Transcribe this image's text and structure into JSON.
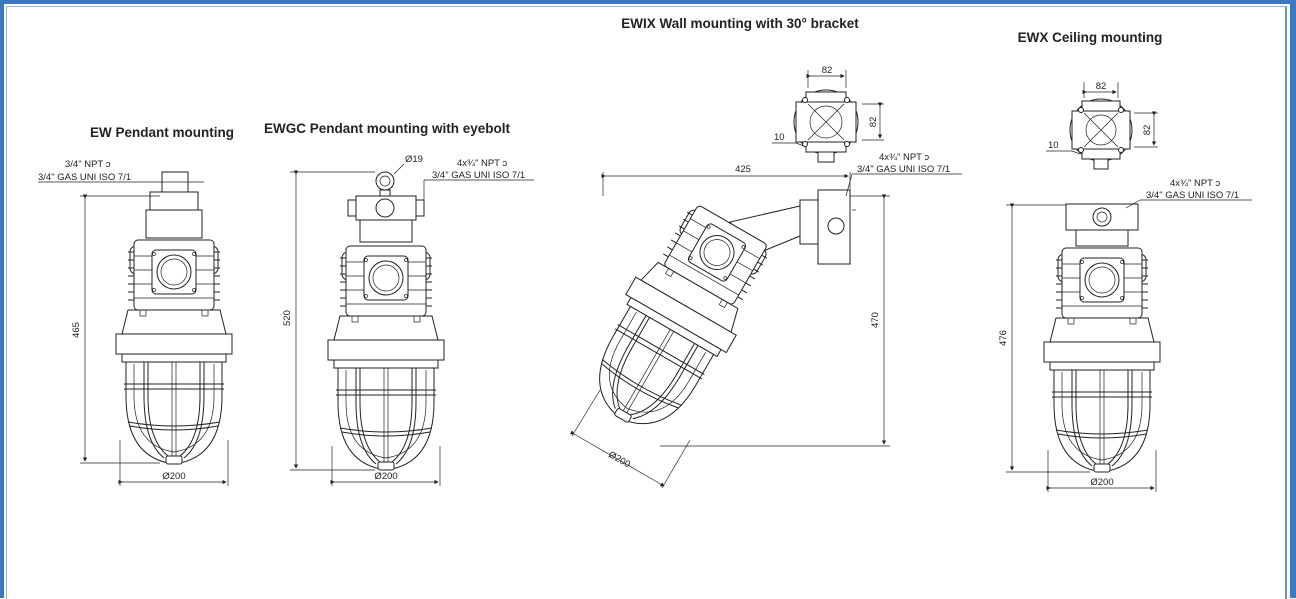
{
  "diagrams": {
    "ew": {
      "title": "EW Pendant mounting",
      "thread_npt": "3/4\" NPT ɔ",
      "thread_gas": "3/4\" GAS UNI ISO 7/1",
      "height": "465",
      "diameter": "Ø200"
    },
    "ewgc": {
      "title": "EWGC Pendant mounting with eyebolt",
      "eyebolt": "Ø19",
      "thread_npt": "4x¾\" NPT ɔ",
      "thread_gas": "3/4\" GAS UNI ISO 7/1",
      "height": "520",
      "diameter": "Ø200"
    },
    "ewix": {
      "title": "EWIX Wall mounting with 30° bracket",
      "bracket_width": "82",
      "bracket_height": "82",
      "hole": "10",
      "thread_npt": "4x¾\" NPT ɔ",
      "thread_gas": "3/4\" GAS UNI ISO 7/1",
      "reach": "425",
      "height": "470",
      "diameter": "Ø200"
    },
    "ewx": {
      "title": "EWX Ceiling mounting",
      "bracket_width": "82",
      "bracket_height": "82",
      "hole": "10",
      "thread_npt": "4x¾\" NPT ɔ",
      "thread_gas": "3/4\" GAS UNI ISO 7/1",
      "height": "476",
      "diameter": "Ø200"
    }
  },
  "colors": {
    "frame": "#3a78c2",
    "line": "#222222"
  }
}
